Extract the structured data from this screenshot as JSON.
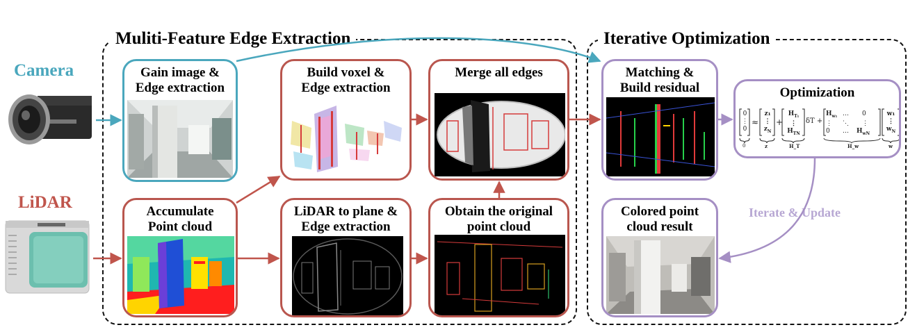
{
  "sensors": {
    "camera": {
      "label": "Camera",
      "color": "#4aa7bd"
    },
    "lidar": {
      "label": "LiDAR",
      "color": "#c0554c"
    }
  },
  "groups": {
    "extraction": {
      "title": "Muliti-Feature Edge Extraction"
    },
    "optimization": {
      "title": "Iterative Optimization"
    }
  },
  "nodes": {
    "gain_image": {
      "label": "Gain image &\nEdge extraction"
    },
    "build_voxel": {
      "label": "Build voxel &\nEdge extraction"
    },
    "merge_edges": {
      "label": "Merge all edges"
    },
    "accumulate": {
      "label": "Accumulate\nPoint cloud"
    },
    "lidar_plane": {
      "label": "LiDAR to plane &\nEdge extraction"
    },
    "original_cloud": {
      "label": "Obtain the original\npoint cloud"
    },
    "matching": {
      "label": "Matching &\nBuild residual"
    },
    "optimization": {
      "label": "Optimization"
    },
    "colored": {
      "label": "Colored point\ncloud result"
    }
  },
  "edge_labels": {
    "iterate": "Iterate & Update"
  },
  "equation": {
    "approx": "≈",
    "plus": "+",
    "delta": "δT +",
    "zero_label": "0",
    "z_label": "z",
    "ht_label": "H_T",
    "hw_label": "H_w",
    "w_label": "w"
  },
  "colors": {
    "lidar_arrow": "#c0554c",
    "camera_arrow": "#4aa7bd",
    "optim_arrow": "#a58fc4"
  }
}
